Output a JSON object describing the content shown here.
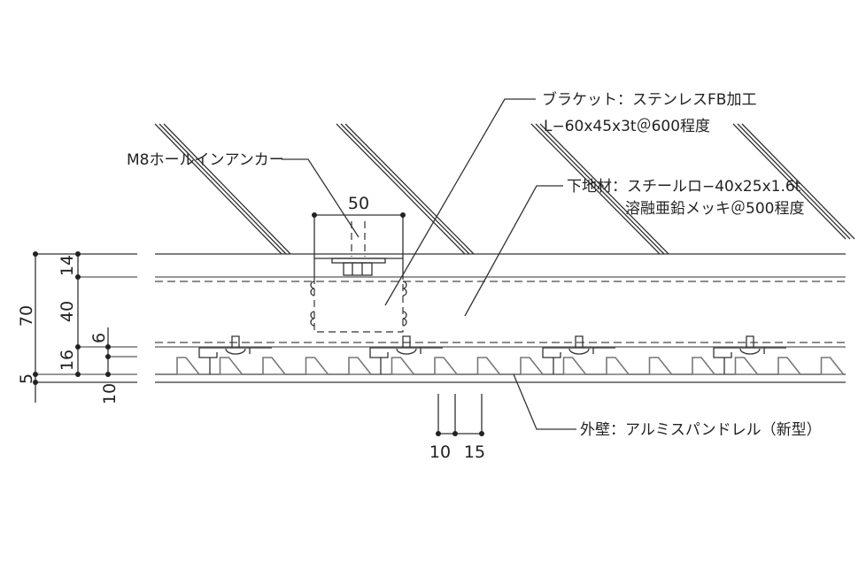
{
  "labels": {
    "bracket_line1": "ブラケット：ステンレスFB加工",
    "bracket_line2": "L−60x45x3t＠600程度",
    "anchor": "M8ホールインアンカー",
    "base_line1": "下地材：スチールロ−40x25x1.6t",
    "base_line2": "溶融亜鉛メッキ＠500程度",
    "exterior": "外壁：アルミスパンドレル（新型）"
  },
  "dimensions": {
    "bracket_width": "50",
    "total": "70",
    "d14": "14",
    "d40": "40",
    "d16": "16",
    "d5": "5",
    "d6": "6",
    "d10_left": "10",
    "d10_bottom": "10",
    "d15_bottom": "15"
  }
}
